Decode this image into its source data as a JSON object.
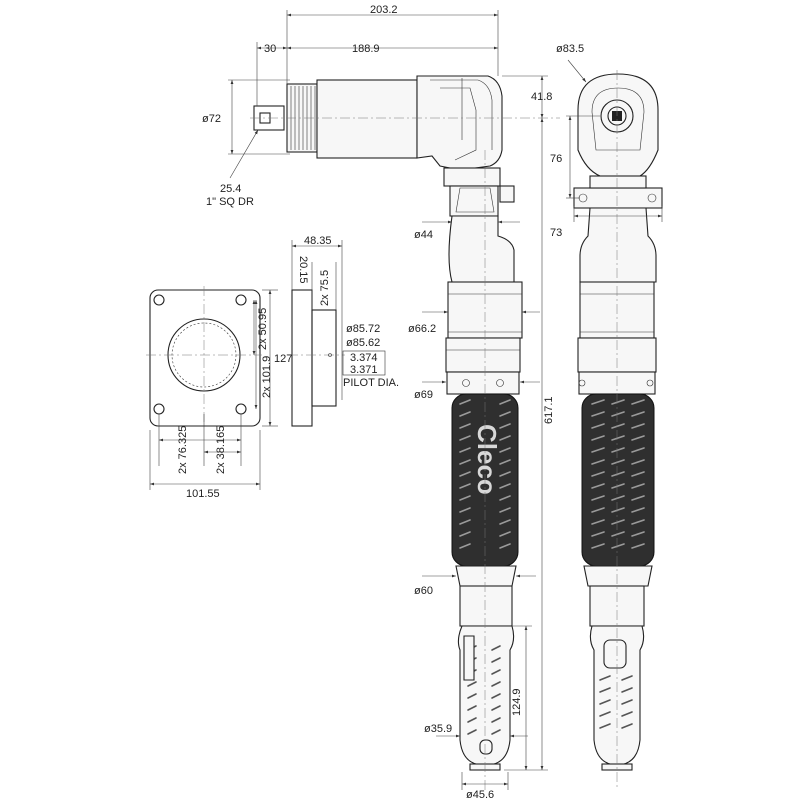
{
  "dimensions": {
    "d_203_2": "203.2",
    "d_30": "30",
    "d_188_9": "188.9",
    "d_83_5": "ø83.5",
    "d_41_8": "41.8",
    "d_72": "ø72",
    "d_76": "76",
    "d_25_4": "25.4",
    "d_sq_dr": "1\" SQ DR",
    "d_44": "ø44",
    "d_73": "73",
    "d_48_35": "48.35",
    "d_20_15": "20.15",
    "d_2x75_5": "2x 75.5",
    "d_85_72": "ø85.72",
    "d_85_62": "ø85.62",
    "d_3_374": "3.374",
    "d_3_371": "3.371",
    "d_pilot": "PILOT DIA.",
    "d_66_2": "ø66.2",
    "d_2x50_95": "2x 50.95",
    "d_127": "127",
    "d_2x101_9": "2x 101.9",
    "d_69": "ø69",
    "d_617_1": "617.1",
    "d_2x76_325": "2x 76.325",
    "d_2x38_165": "2x 38.165",
    "d_101_55": "101.55",
    "d_60": "ø60",
    "d_124_9": "124.9",
    "d_35_9": "ø35.9",
    "d_45_6": "ø45.6"
  },
  "brand": "Cleco"
}
